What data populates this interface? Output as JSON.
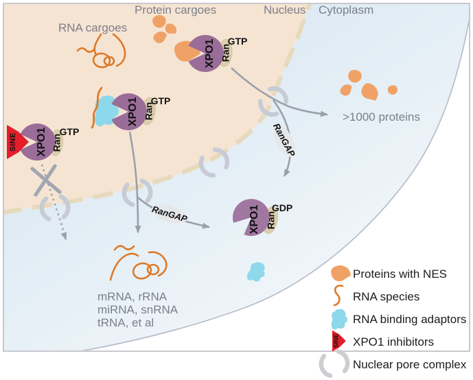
{
  "figure": {
    "labels": {
      "protein_cargoes": "Protein cargoes",
      "rna_cargoes": "RNA cargoes",
      "nucleus": "Nucleus",
      "cytoplasm": "Cytoplasm",
      "thousand_proteins": ">1000 proteins",
      "rangap": "RanGAP",
      "rna_outputs": [
        "mRNA, rRNA",
        "miRNA, snRNA",
        "tRNA, et al"
      ]
    },
    "molecules": {
      "xpo1": "XPO1",
      "ran": "Ran",
      "gtp": "GTP",
      "gdp": "GDP",
      "sine": "SINE"
    },
    "legend": {
      "items": [
        {
          "icon": "nes-protein-icon",
          "label": "Proteins with NES"
        },
        {
          "icon": "rna-species-icon",
          "label": "RNA species"
        },
        {
          "icon": "rna-binding-adaptor-icon",
          "label": "RNA binding adaptors"
        },
        {
          "icon": "xpo1-inhibitor-icon",
          "label": "XPO1 inhibitors"
        },
        {
          "icon": "nuclear-pore-icon",
          "label": "Nuclear pore complex"
        }
      ]
    },
    "colors": {
      "nucleus_fill": "#f6e4d3",
      "nuclear_envelope_rim": "#e7dabc",
      "cytoplasm_blue": "#d5e5f0",
      "outside_cell": "#ffffff",
      "membrane_gray": "#b8bcca",
      "pore_gray": "#c6cbd5",
      "xpo1_purple": "#9a6d98",
      "ran_beige": "#dbcfaf",
      "cargo_orange": "#f0a266",
      "rna_orange": "#dc7a2a",
      "adaptor_cyan": "#8ed8eb",
      "inhibitor_red": "#e41e2a",
      "arrow_gray": "#9aa0a9",
      "label_gray": "#7b7f88",
      "frame_gray": "#c8c9ce"
    }
  }
}
